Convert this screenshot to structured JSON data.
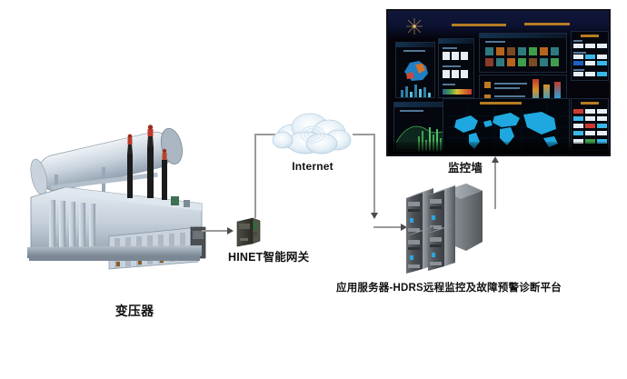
{
  "diagram": {
    "title": "HINET transformer remote monitoring topology",
    "background_color": "#ffffff"
  },
  "nodes": [
    {
      "id": "transformer",
      "label": "变压器",
      "type": "power-transformer"
    },
    {
      "id": "gateway",
      "label": "HINET智能网关",
      "type": "industrial-gateway"
    },
    {
      "id": "internet",
      "label": "Internet",
      "type": "cloud"
    },
    {
      "id": "servers",
      "label": "应用服务器-HDRS远程监控及故障预警诊断平台",
      "type": "server-rack"
    },
    {
      "id": "wall",
      "label": "监控墙",
      "type": "video-wall"
    }
  ],
  "labels": {
    "transformer": "变压器",
    "gateway": "HINET智能网关",
    "internet": "Internet",
    "servers": "应用服务器-HDRS远程监控及故障预警诊断平台",
    "wall": "监控墙"
  },
  "connections": [
    {
      "from": "transformer",
      "to": "gateway",
      "direction": "right"
    },
    {
      "from": "gateway",
      "to": "internet",
      "direction": "up-right"
    },
    {
      "from": "internet",
      "to": "servers",
      "direction": "right-down"
    },
    {
      "from": "servers",
      "to": "wall",
      "direction": "up"
    }
  ],
  "colors": {
    "connector": "#9a9a9a",
    "arrowhead": "#4a4a4a",
    "transformer_body": "#c8d2dc",
    "transformer_tank": "#b9c4ce",
    "bushing": "#1b1b1b",
    "bushing_cap": "#c0392b",
    "gateway_body": "#3d3d37",
    "cloud": "#dceaf4",
    "server_body": "#55585c",
    "server_led": "#2aa7e0",
    "wall_bg": "#04040a",
    "wall_sky": "#10183a",
    "map_cyan": "#1fa8df",
    "tile_white": "#e8eef5",
    "tile_cyan": "#39b7e8",
    "tile_red": "#cc3b33",
    "tile_blue": "#1f5fbf"
  },
  "wall_dashboard": {
    "panels": [
      {
        "name": "region-map-panel",
        "position": "top-left"
      },
      {
        "name": "metrics-panel",
        "position": "top-left-inner"
      },
      {
        "name": "status-tile-grid-panel",
        "position": "top-center"
      },
      {
        "name": "alarm-list-panel",
        "position": "mid-center"
      },
      {
        "name": "device-table-panel",
        "position": "top-right"
      },
      {
        "name": "trend-bar-chart-panel",
        "position": "bottom-left"
      },
      {
        "name": "world-map-panel",
        "position": "bottom-center"
      },
      {
        "name": "device-table-panel-2",
        "position": "bottom-right"
      }
    ]
  }
}
